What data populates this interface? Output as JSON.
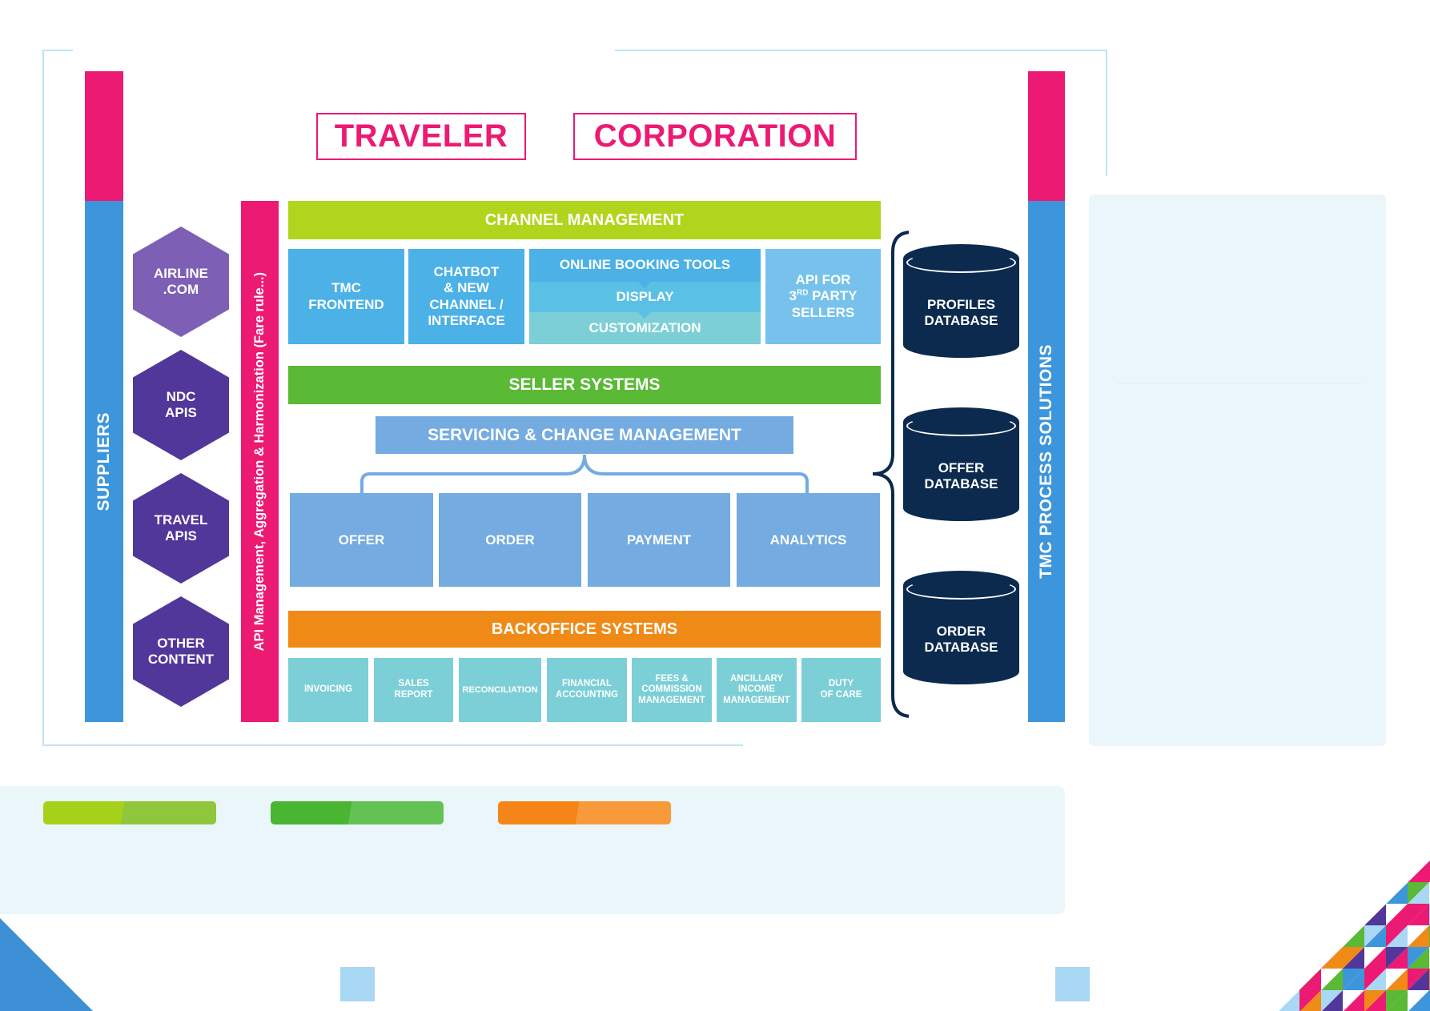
{
  "header": {
    "traveler": "TRAVELER",
    "corporation": "CORPORATION"
  },
  "suppliers": {
    "bar_label": "SUPPLIERS",
    "items": [
      "AIRLINE\n.COM",
      "NDC\nAPIS",
      "TRAVEL\nAPIS",
      "OTHER\nCONTENT"
    ]
  },
  "api_bar_label": "API Management, Aggregation & Harmonization (Fare rule...)",
  "channel": {
    "title": "CHANNEL MANAGEMENT",
    "tmc_frontend": "TMC\nFRONTEND",
    "chatbot": "CHATBOT\n& NEW\nCHANNEL /\nINTERFACE",
    "obt": "ONLINE BOOKING TOOLS",
    "display": "DISPLAY",
    "customization": "CUSTOMIZATION",
    "api_line1": "API FOR",
    "api_num": "3",
    "api_sup": "RD",
    "api_party": " PARTY",
    "api_line3": "SELLERS"
  },
  "seller_systems": "SELLER SYSTEMS",
  "servicing": "SERVICING & CHANGE MANAGEMENT",
  "modules": [
    "OFFER",
    "ORDER",
    "PAYMENT",
    "ANALYTICS"
  ],
  "backoffice": {
    "title": "BACKOFFICE SYSTEMS",
    "items": [
      "INVOICING",
      "SALES\nREPORT",
      "RECONCILIATION",
      "FINANCIAL\nACCOUNTING",
      "FEES &\nCOMMISSION\nMANAGEMENT",
      "ANCILLARY\nINCOME\nMANAGEMENT",
      "DUTY\nOF CARE"
    ]
  },
  "databases": [
    "PROFILES\nDATABASE",
    "OFFER\nDATABASE",
    "ORDER\nDATABASE"
  ],
  "tmc_bar_label": "TMC PROCESS SOLUTIONS",
  "colors": {
    "pink": "#ec1a73",
    "blue": "#3d96dc",
    "purple": "#51379a",
    "purple_light": "#7d5fb6",
    "lime": "#b1d51c",
    "green": "#5ab935",
    "orange": "#f08a17",
    "navy": "#0b2a4e",
    "tile_blue": "#4bb1e6",
    "soft_blue": "#74abe0",
    "teal": "#7ccfd6"
  }
}
